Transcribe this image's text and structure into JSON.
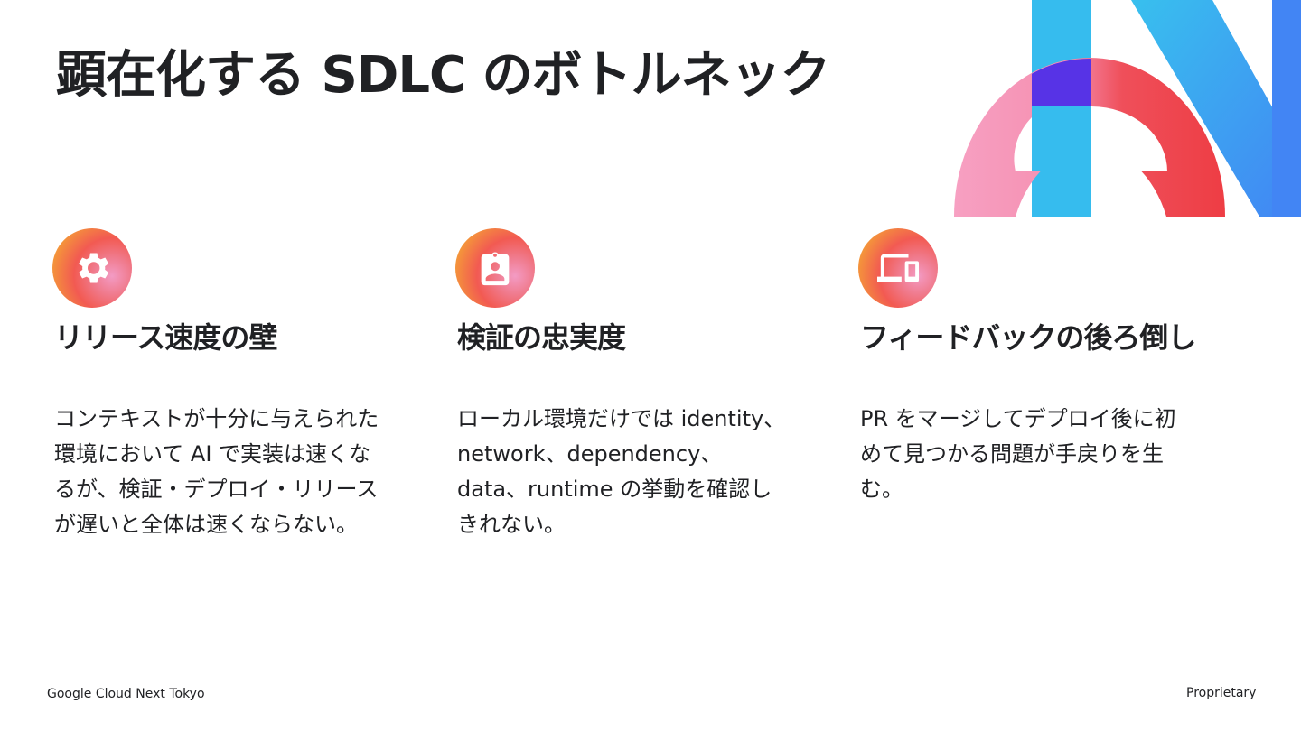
{
  "slide": {
    "title": "顕在化する SDLC のボトルネック"
  },
  "cards": [
    {
      "icon": "gear-icon",
      "title": "リリース速度の壁",
      "body": "コンテキストが十分に与えられた環境において AI で実装は速くなるが、検証・デプロイ・リリースが遅いと全体は速くならない。"
    },
    {
      "icon": "badge-person-icon",
      "title": "検証の忠実度",
      "body": "ローカル環境だけでは identity、network、dependency、data、runtime の挙動を確認しきれない。"
    },
    {
      "icon": "devices-icon",
      "title": "フィードバックの後ろ倒し",
      "body": "PR をマージしてデプロイ後に初めて見つかる問題が手戻りを生む。"
    }
  ],
  "footer": {
    "left": "Google Cloud Next Tokyo",
    "right": "Proprietary"
  },
  "colors": {
    "pink": "#f59ac0",
    "red": "#ef4146",
    "purple": "#5733e6",
    "cyan": "#36bcee",
    "blue": "#4285f4",
    "orange": "#f6a52f"
  }
}
